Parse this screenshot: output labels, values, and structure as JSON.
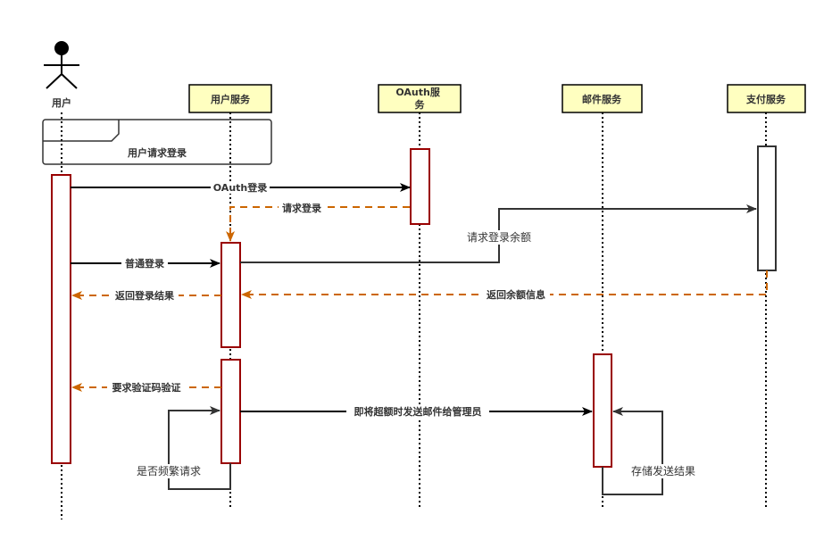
{
  "diagram": {
    "type": "sequence",
    "colors": {
      "participant_fill": "#ffffc0",
      "participant_border": "#000000",
      "activation_border": "#990000",
      "activation_neutral_border": "#333333",
      "sync_message": "#000000",
      "return_message": "#cc6600",
      "self_message": "#333333"
    },
    "actor": {
      "id": "user",
      "label": "用户",
      "icon": "stick-figure-icon"
    },
    "participants": [
      {
        "id": "user_service",
        "label": "用户服务"
      },
      {
        "id": "oauth_service",
        "label": "OAuth服务"
      },
      {
        "id": "mail_service",
        "label": "邮件服务"
      },
      {
        "id": "payment_service",
        "label": "支付服务"
      }
    ],
    "fragment": {
      "label": "用户请求登录"
    },
    "messages": [
      {
        "from": "user",
        "to": "oauth_service",
        "label": "OAuth登录",
        "style": "sync"
      },
      {
        "from": "oauth_service",
        "to": "user_service",
        "label": "请求登录",
        "style": "return"
      },
      {
        "from": "user",
        "to": "user_service",
        "label": "普通登录",
        "style": "sync"
      },
      {
        "from": "user_service",
        "to": "payment_service",
        "label": "请求登录余额",
        "style": "sync"
      },
      {
        "from": "payment_service",
        "to": "user_service",
        "label": "返回余额信息",
        "style": "return"
      },
      {
        "from": "user_service",
        "to": "user",
        "label": "返回登录结果",
        "style": "return"
      },
      {
        "from": "user_service",
        "to": "user",
        "label": "要求验证码验证",
        "style": "return"
      },
      {
        "from": "user_service",
        "to": "user_service",
        "label": "是否频繁请求",
        "style": "self"
      },
      {
        "from": "user_service",
        "to": "mail_service",
        "label": "即将超额时发送邮件给管理员",
        "style": "sync"
      },
      {
        "from": "mail_service",
        "to": "mail_service",
        "label": "存储发送结果",
        "style": "self"
      }
    ]
  }
}
